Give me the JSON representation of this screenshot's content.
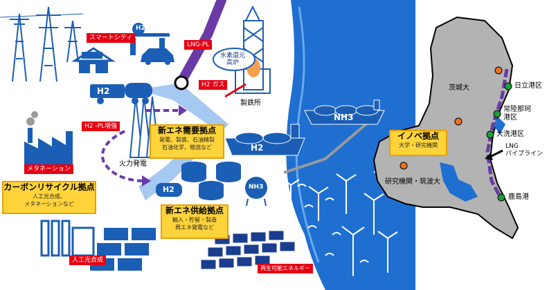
{
  "tags": {
    "smart_city": "スマートシティ",
    "lng_pl": "LNG-PL",
    "h2_gas": "H2 ガス",
    "h2_pl": "H2 -PL増強",
    "methanation": "メタネーション",
    "artificial_photosynthesis": "人工光合成",
    "renewable_energy": "再生可能エネルギー"
  },
  "labels": {
    "hydrogen_blast_furnace_line1": "水素還元",
    "hydrogen_blast_furnace_line2": "高炉",
    "steelworks": "製鉄所",
    "thermal_power": "火力発電",
    "tank_h2": "H2",
    "tank_nh3": "NH3",
    "truck_h2": "H2",
    "ship_nh3": "NH3",
    "ship_h2": "H2",
    "station_h2": "H2"
  },
  "hubs": {
    "demand": {
      "title": "新エネ需要拠点",
      "line1": "発電、製鉄、石油精製",
      "line2": "石油化学、物流など"
    },
    "supply": {
      "title": "新エネ供給拠点",
      "line1": "輸入・貯留・製造",
      "line2": "再エネ発電など"
    },
    "carbon": {
      "title": "カーボンリサイクル拠点",
      "line1": "人工光合成、",
      "line2": "メタネーションなど"
    },
    "innovation": {
      "title": "イノベ拠点",
      "line1": "大学・研究機関"
    }
  },
  "map": {
    "ibaraki_univ": "茨城大",
    "research": "研究機関・筑波大",
    "hitachi": "日立港区",
    "hitachinaka_1": "常陸那珂",
    "hitachinaka_2": "港区",
    "oarai": "大洗港区",
    "lng_1": "LNG",
    "lng_2": "パイプライン",
    "kashima": "鹿島港"
  },
  "colors": {
    "industry_blue": "#1a5eb5",
    "sea_blue": "#1f6fd1",
    "hub_yellow": "#ffd43b",
    "tag_red": "#e60012",
    "pipeline_purple": "#6a3aa6",
    "map_gray": "#b3b3b3",
    "dot_orange": "#f07020",
    "dot_green": "#1f9e3a"
  }
}
